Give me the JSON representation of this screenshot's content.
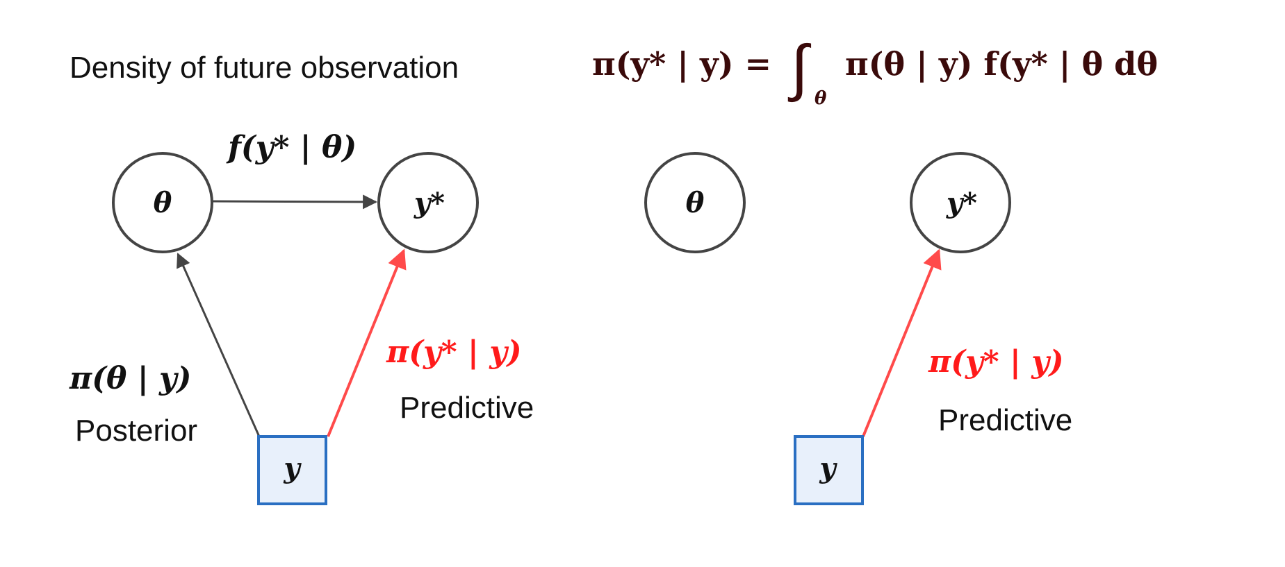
{
  "colors": {
    "black_edge": "#444444",
    "red_edge": "#ff4a4a",
    "red_label": "#ff1a1a",
    "node_stroke": "#444444",
    "obs_stroke": "#2a6fc2",
    "obs_fill": "#e8f0fb",
    "formula": "#3a0a0a"
  },
  "header": {
    "title": "Density of future observation",
    "formula": {
      "lhs": "π(y* | y) =",
      "integral": "∫",
      "subscript": "θ",
      "rhs": "π(θ | y) f(y* | θ dθ"
    }
  },
  "left_diagram": {
    "nodes": {
      "theta": "θ",
      "y_star": "y*",
      "y": "y"
    },
    "edges": {
      "theta_to_ystar": "f(y* | θ)",
      "posterior_formula": "π(θ | y)",
      "posterior_name": "Posterior",
      "predictive_formula": "π(y* | y)",
      "predictive_name": "Predictive"
    }
  },
  "right_diagram": {
    "nodes": {
      "theta": "θ",
      "y_star": "y*",
      "y": "y"
    },
    "edges": {
      "predictive_formula": "π(y* | y)",
      "predictive_name": "Predictive"
    }
  }
}
